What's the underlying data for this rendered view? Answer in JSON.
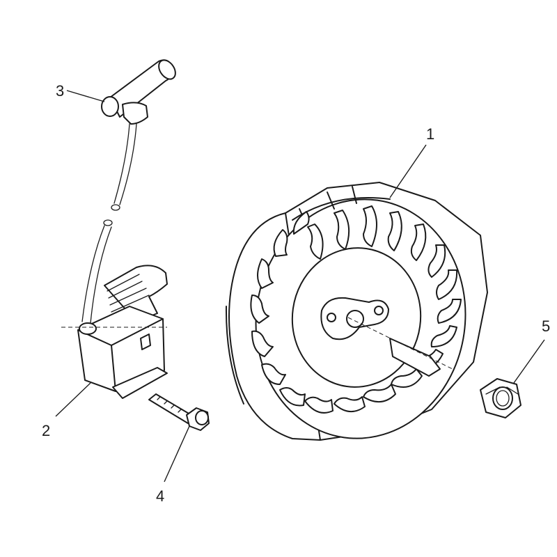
{
  "callouts": [
    {
      "id": "1",
      "label": "1"
    },
    {
      "id": "2",
      "label": "2"
    },
    {
      "id": "3",
      "label": "3"
    },
    {
      "id": "4",
      "label": "4"
    },
    {
      "id": "5",
      "label": "5"
    }
  ],
  "parts": {
    "flywheel": {
      "icon": "flywheel-icon"
    },
    "ignition_coil": {
      "icon": "ignition-coil-icon"
    },
    "spark_plug_cap": {
      "icon": "spark-plug-cap-icon"
    },
    "bolt": {
      "icon": "bolt-icon"
    },
    "nut": {
      "icon": "hex-nut-icon"
    }
  },
  "colors": {
    "ink": "#1a1a1a",
    "background": "#ffffff"
  }
}
